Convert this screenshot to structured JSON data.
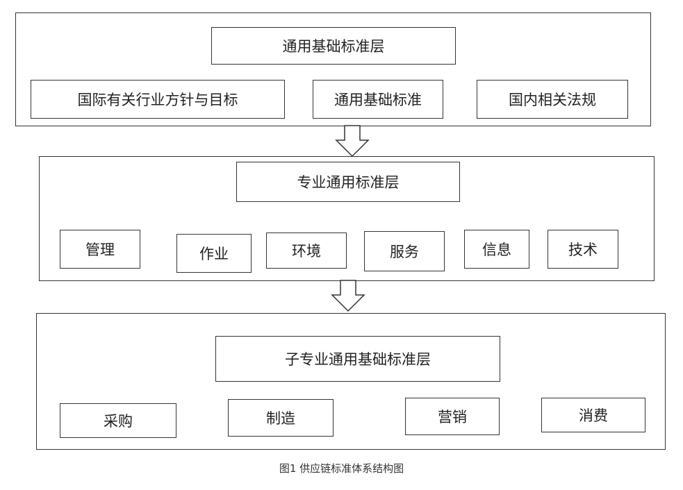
{
  "diagram": {
    "layers": [
      {
        "title": "通用基础标准层",
        "items": [
          "国际有关行业方针与目标",
          "通用基础标准",
          "国内相关法规"
        ]
      },
      {
        "title": "专业通用标准层",
        "items": [
          "管理",
          "作业",
          "环境",
          "服务",
          "信息",
          "技术"
        ]
      },
      {
        "title": "子专业通用基础标准层",
        "items": [
          "采购",
          "制造",
          "营销",
          "消费"
        ]
      }
    ],
    "caption": "图1  供应链标准体系结构图",
    "line_color": "#333333"
  }
}
